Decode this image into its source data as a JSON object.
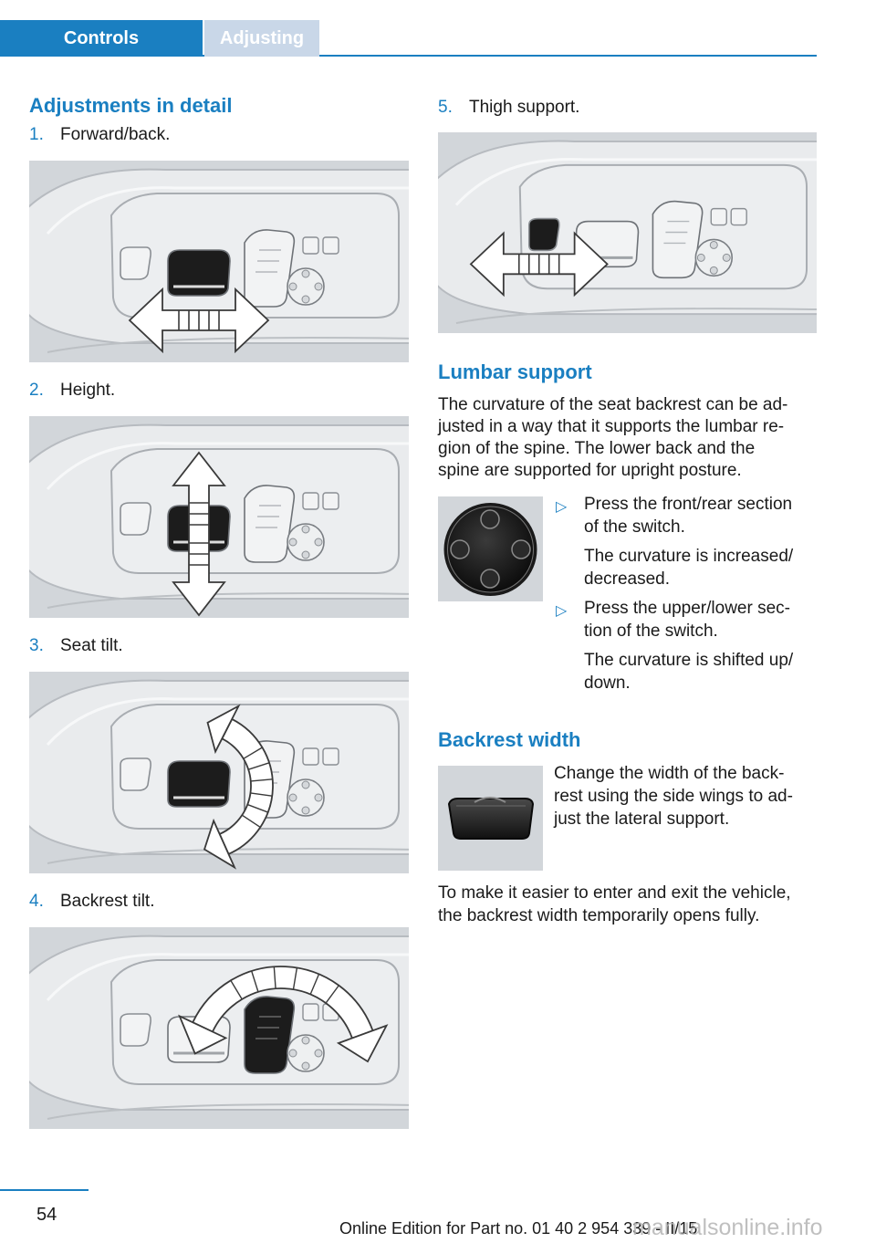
{
  "header": {
    "tab_active": "Controls",
    "tab_inactive": "Adjusting"
  },
  "colors": {
    "accent": "#1a7fc1",
    "tab_inactive_bg": "#c9d7e8",
    "panel_bg": "#d2d6da"
  },
  "left": {
    "section_title": "Adjustments in detail",
    "items": [
      {
        "num": "1.",
        "label": "Forward/back.",
        "figure": "seat-forward-back-figure"
      },
      {
        "num": "2.",
        "label": "Height.",
        "figure": "seat-height-figure"
      },
      {
        "num": "3.",
        "label": "Seat tilt.",
        "figure": "seat-tilt-figure"
      },
      {
        "num": "4.",
        "label": "Backrest tilt.",
        "figure": "backrest-tilt-figure"
      }
    ]
  },
  "right": {
    "item5": {
      "num": "5.",
      "label": "Thigh support.",
      "figure": "thigh-support-figure"
    },
    "lumbar": {
      "title": "Lumbar support",
      "para_lines": [
        "The curvature of the seat backrest can be ad-",
        "justed in a way that it supports the lumbar re-",
        "gion of the spine. The lower back and the",
        "spine are supported for upright posture."
      ],
      "bullet_symbol": "▷",
      "bullets": [
        {
          "lines": [
            "Press the front/rear section",
            "of the switch."
          ],
          "result_lines": [
            "The curvature is increased/",
            "decreased."
          ]
        },
        {
          "lines": [
            "Press the upper/lower sec-",
            "tion of the switch."
          ],
          "result_lines": [
            "The curvature is shifted up/",
            "down."
          ]
        }
      ]
    },
    "backrest_width": {
      "title": "Backrest width",
      "side_lines": [
        "Change the width of the back-",
        "rest using the side wings to ad-",
        "just the lateral support."
      ],
      "para_lines": [
        "To make it easier to enter and exit the vehicle,",
        "the backrest width temporarily opens fully."
      ]
    }
  },
  "footer": {
    "page_number": "54",
    "edition": "Online Edition for Part no. 01 40 2 954 339 - II/15",
    "watermark": "manualsonline.info"
  }
}
